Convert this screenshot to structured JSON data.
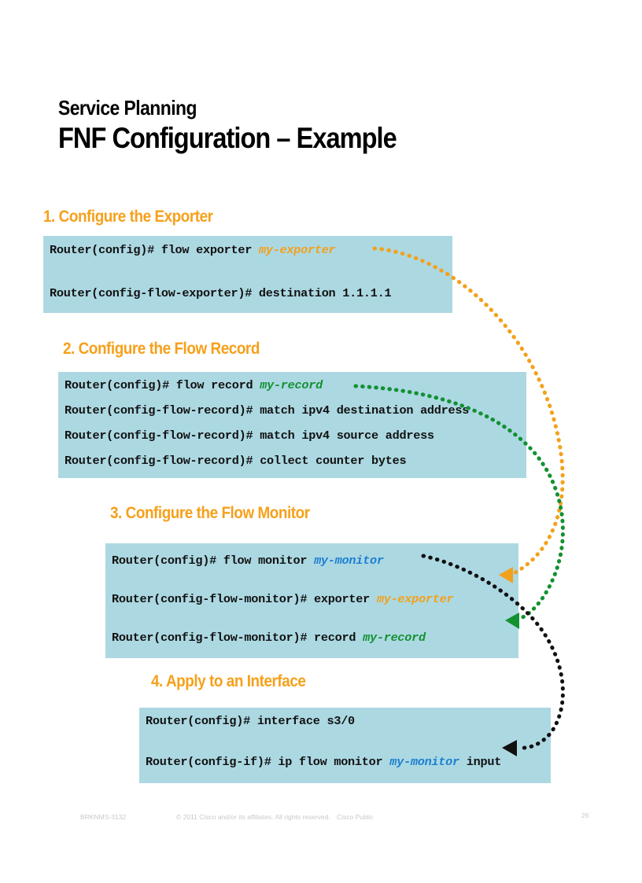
{
  "slide": {
    "kicker": "Service Planning",
    "title": "FNF Configuration – Example",
    "page_number": "26"
  },
  "colors": {
    "heading_orange": "#F6A01A",
    "code_box_fill": "#ACD8E2",
    "highlight_orange": "#F3A11C",
    "highlight_green": "#129131",
    "highlight_blue": "#1C7FD1",
    "body_text": "#111111",
    "footer_text": "#C9C9CE"
  },
  "steps": [
    {
      "heading": "1. Configure the Exporter",
      "lines": [
        {
          "prefix": "Router(config)# flow exporter ",
          "highlight": "my-exporter",
          "highlight_color": "orange",
          "suffix": ""
        },
        {
          "prefix": "Router(config-flow-exporter)# destination 1.1.1.1",
          "highlight": "",
          "highlight_color": "",
          "suffix": ""
        }
      ]
    },
    {
      "heading": "2. Configure the Flow Record",
      "lines": [
        {
          "prefix": "Router(config)# flow record ",
          "highlight": "my-record",
          "highlight_color": "green",
          "suffix": ""
        },
        {
          "prefix": "Router(config-flow-record)# match ipv4 destination address",
          "highlight": "",
          "highlight_color": "",
          "suffix": ""
        },
        {
          "prefix": "Router(config-flow-record)# match ipv4 source address",
          "highlight": "",
          "highlight_color": "",
          "suffix": ""
        },
        {
          "prefix": "Router(config-flow-record)# collect counter bytes",
          "highlight": "",
          "highlight_color": "",
          "suffix": ""
        }
      ]
    },
    {
      "heading": "3. Configure the Flow Monitor",
      "lines": [
        {
          "prefix": "Router(config)# flow monitor ",
          "highlight": "my-monitor",
          "highlight_color": "blue",
          "suffix": ""
        },
        {
          "prefix": "Router(config-flow-monitor)# exporter ",
          "highlight": "my-exporter",
          "highlight_color": "orange",
          "suffix": ""
        },
        {
          "prefix": "Router(config-flow-monitor)# record ",
          "highlight": "my-record",
          "highlight_color": "green",
          "suffix": ""
        }
      ]
    },
    {
      "heading": "4. Apply to an Interface",
      "lines": [
        {
          "prefix": "Router(config)# interface s3/0",
          "highlight": "",
          "highlight_color": "",
          "suffix": ""
        },
        {
          "prefix": "Router(config-if)# ip flow monitor ",
          "highlight": "my-monitor",
          "highlight_color": "blue",
          "suffix": " input"
        }
      ]
    }
  ],
  "connectors": [
    {
      "name": "exporter-reference-arrow",
      "color": "#F3A11C",
      "from": "step1-my-exporter",
      "to": "step3-exporter-line"
    },
    {
      "name": "record-reference-arrow",
      "color": "#129131",
      "from": "step2-my-record",
      "to": "step3-record-line"
    },
    {
      "name": "monitor-reference-arrow",
      "color": "#111111",
      "from": "step3-my-monitor",
      "to": "step4-monitor-line"
    }
  ],
  "footer": {
    "session_code": "BRKNMS-3132",
    "copyright": "© 2011 Cisco and/or its affiliates. All rights reserved.",
    "classification": "Cisco Public",
    "page_number": "26"
  }
}
